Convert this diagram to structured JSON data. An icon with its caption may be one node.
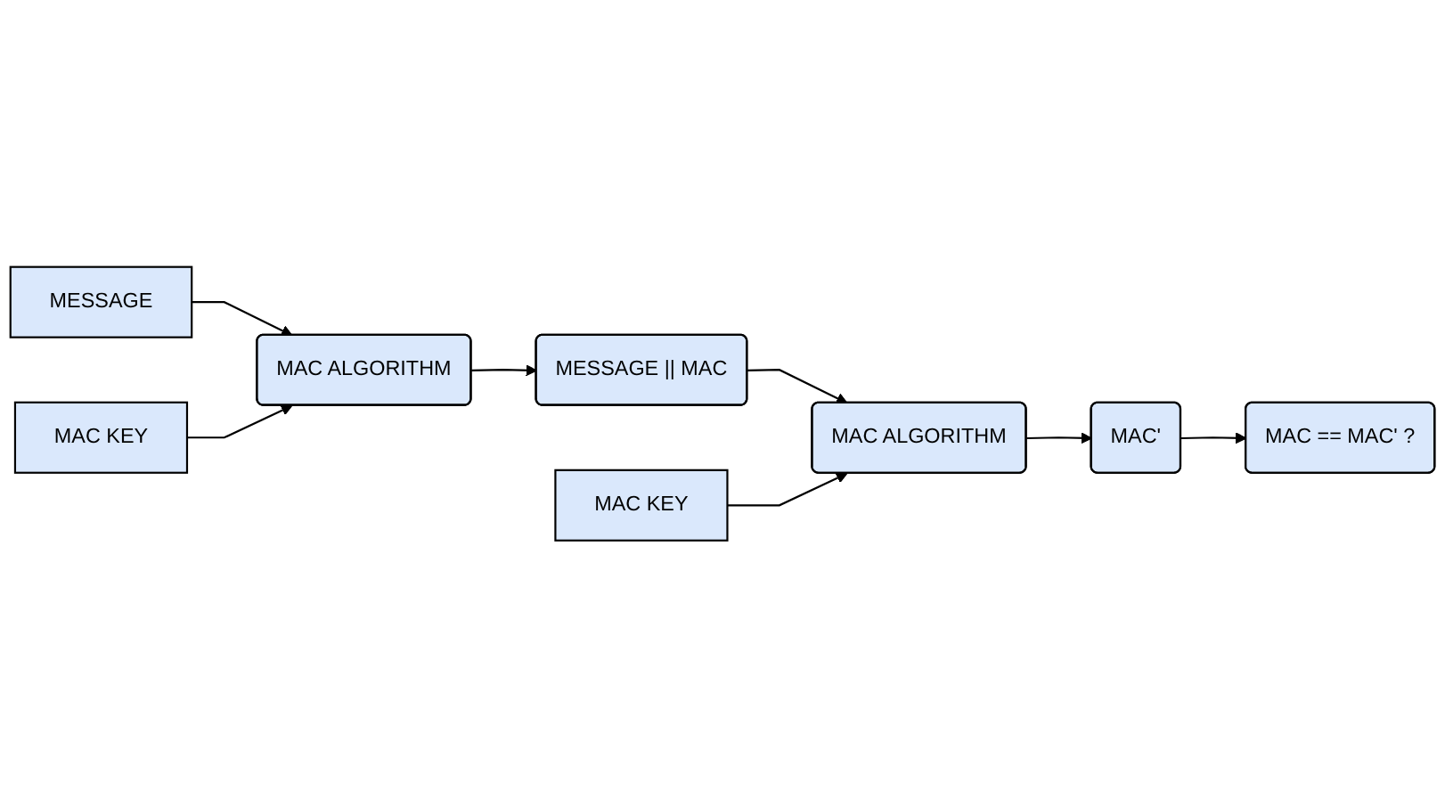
{
  "diagram": {
    "nodes": [
      {
        "text": [
          "MESSAGE"
        ]
      },
      {
        "text": [
          "MAC KEY"
        ]
      },
      {
        "text": [
          "MAC ALGORITHM"
        ]
      },
      {
        "text": [
          "MESSAGE || MAC"
        ]
      },
      {
        "text": [
          "MAC KEY"
        ]
      },
      {
        "text": [
          "MAC ALGORITHM"
        ]
      },
      {
        "text": [
          "MAC'"
        ]
      },
      {
        "text": [
          "MAC == MAC' ?"
        ]
      }
    ],
    "edges": [
      {
        "from": 0,
        "to": 2,
        "arrow": "to"
      },
      {
        "from": 1,
        "to": 2,
        "arrow": "to"
      },
      {
        "from": 2,
        "to": 3,
        "arrow": "to"
      },
      {
        "from": 3,
        "to": 5,
        "arrow": "to"
      },
      {
        "from": 4,
        "to": 5,
        "arrow": "to"
      },
      {
        "from": 5,
        "to": 6,
        "arrow": "to"
      },
      {
        "from": 6,
        "to": 7,
        "arrow": "to"
      }
    ]
  }
}
